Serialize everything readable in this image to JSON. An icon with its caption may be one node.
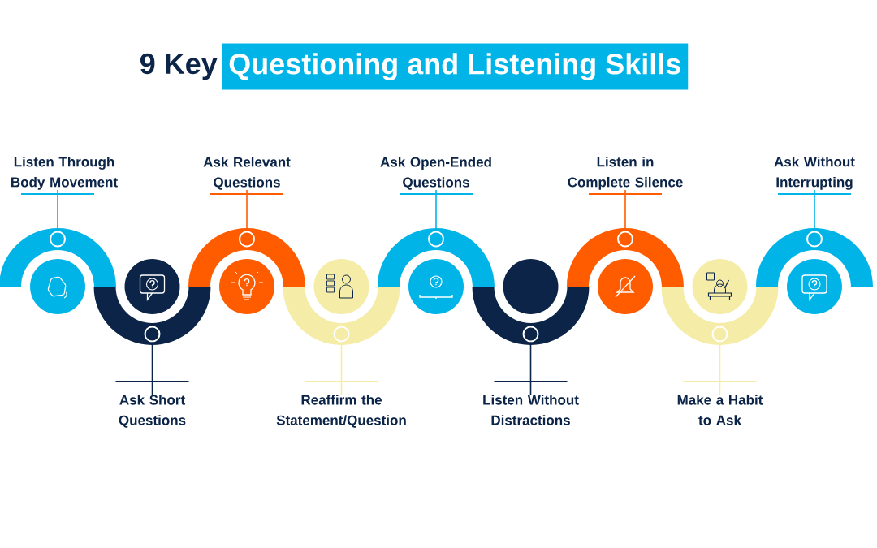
{
  "diagram": {
    "title": "9 Key",
    "nodes": [
      {
        "text": [
          "Listen Through Body Movement"
        ]
      },
      {
        "text": [],
        "shape": "arc"
      },
      {
        "text": [
          "Ask Short Questions"
        ]
      },
      {
        "text": [],
        "shape": "arc"
      },
      {
        "text": [
          "Ask Relevant Questions"
        ]
      },
      {
        "text": [],
        "shape": "arc"
      },
      {
        "text": [
          "Reaffirm the Statement/Question"
        ]
      },
      {
        "text": [],
        "shape": "arc"
      },
      {
        "text": [
          "Ask Open-Ended Questions"
        ]
      },
      {
        "text": [],
        "shape": "arc"
      },
      {
        "text": [
          "Listen Without Distractions"
        ]
      },
      {
        "text": [],
        "shape": "arc"
      },
      {
        "text": [
          "Listen in Complete Silence"
        ]
      },
      {
        "text": [],
        "shape": "arc"
      },
      {
        "text": [
          "Make a Habit to Ask"
        ]
      },
      {
        "text": [],
        "shape": "arc"
      },
      {
        "text": [
          "Ask Without Interrupting"
        ]
      },
      {
        "text": [],
        "shape": "arc"
      }
    ],
    "edges": [
      {
        "from": 0,
        "to": 1,
        "arrow": "none"
      },
      {
        "from": 2,
        "to": 3,
        "arrow": "none",
        "color": "#0b2447"
      },
      {
        "from": 4,
        "to": 5,
        "arrow": "none",
        "color": "#ff5c00"
      },
      {
        "from": 6,
        "to": 7,
        "arrow": "none",
        "color": "#f5eca8"
      },
      {
        "from": 8,
        "to": 9,
        "arrow": "none"
      },
      {
        "from": 10,
        "to": 11,
        "arrow": "none",
        "color": "#0b2447"
      },
      {
        "from": 12,
        "to": 13,
        "arrow": "none",
        "color": "#ff5c00"
      },
      {
        "from": 14,
        "to": 15,
        "arrow": "none",
        "color": "#f5eca8"
      },
      {
        "from": 16,
        "to": 17,
        "arrow": "none"
      }
    ],
    "labels": [
      "Questioning and Listening Skills"
    ]
  }
}
